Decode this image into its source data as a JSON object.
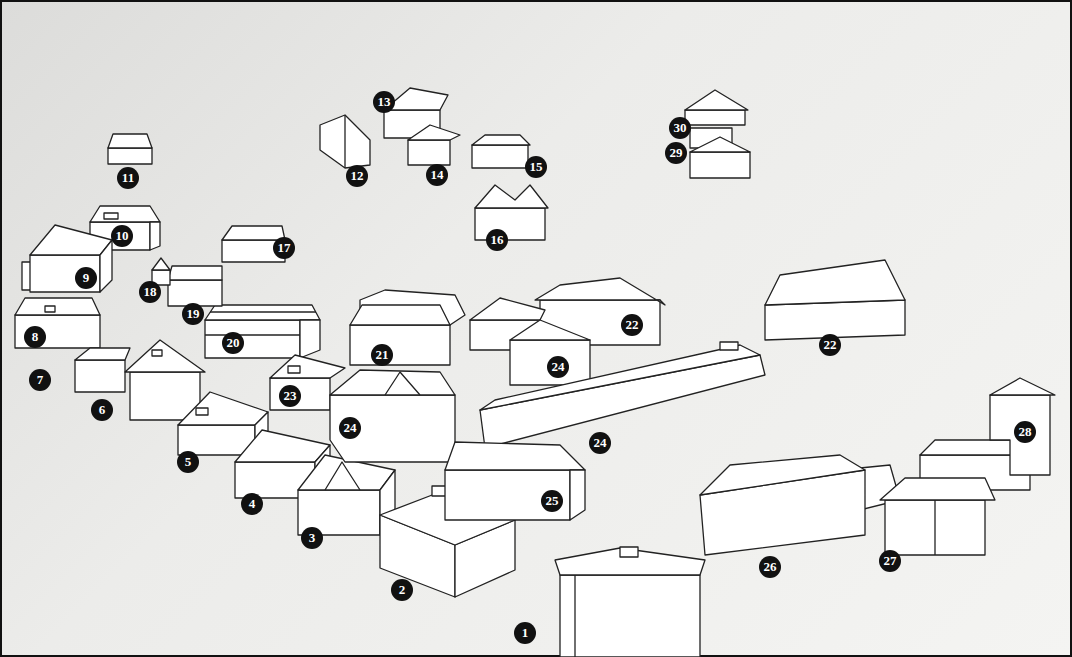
{
  "diagram": {
    "labels": [
      "30",
      "13",
      "29",
      "12",
      "14",
      "15",
      "11",
      "10",
      "17",
      "16",
      "9",
      "18",
      "19",
      "22",
      "22",
      "8",
      "20",
      "21",
      "24",
      "7",
      "6",
      "23",
      "24",
      "24",
      "28",
      "5",
      "4",
      "25",
      "3",
      "27",
      "26",
      "2",
      "1"
    ]
  }
}
